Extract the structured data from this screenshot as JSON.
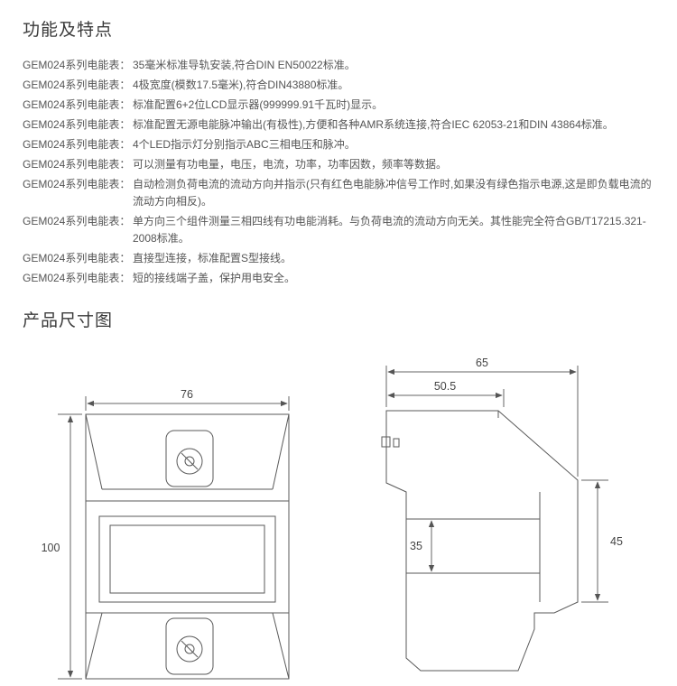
{
  "page": {
    "features_heading": "功能及特点",
    "dimensions_heading": "产品尺寸图"
  },
  "features": [
    {
      "label": "GEM024系列电能表：",
      "text": "35毫米标准导轨安装,符合DIN EN50022标准。"
    },
    {
      "label": "GEM024系列电能表：",
      "text": "4极宽度(模数17.5毫米),符合DIN43880标准。"
    },
    {
      "label": "GEM024系列电能表：",
      "text": "标准配置6+2位LCD显示器(999999.91千瓦时)显示。"
    },
    {
      "label": "GEM024系列电能表：",
      "text": "标准配置无源电能脉冲输出(有极性),方便和各种AMR系统连接,符合IEC 62053-21和DIN 43864标准。"
    },
    {
      "label": "GEM024系列电能表：",
      "text": "4个LED指示灯分别指示ABC三相电压和脉冲。"
    },
    {
      "label": "GEM024系列电能表：",
      "text": "可以测量有功电量，电压，电流，功率，功率因数，频率等数据。"
    },
    {
      "label": "GEM024系列电能表：",
      "text": "自动检测负荷电流的流动方向并指示(只有红色电能脉冲信号工作时,如果没有绿色指示电源,这是即负载电流的流动方向相反)。"
    },
    {
      "label": "GEM024系列电能表：",
      "text": "单方向三个组件测量三相四线有功电能消耗。与负荷电流的流动方向无关。其性能完全符合GB/T17215.321-2008标准。"
    },
    {
      "label": "GEM024系列电能表：",
      "text": "直接型连接，标准配置S型接线。"
    },
    {
      "label": "GEM024系列电能表：",
      "text": "短的接线端子盖，保护用电安全。"
    }
  ],
  "diagram": {
    "front": {
      "width": "76",
      "height": "100"
    },
    "side": {
      "overall_width": "65",
      "upper_width": "50.5",
      "inner_height": "35",
      "right_height": "45"
    }
  }
}
